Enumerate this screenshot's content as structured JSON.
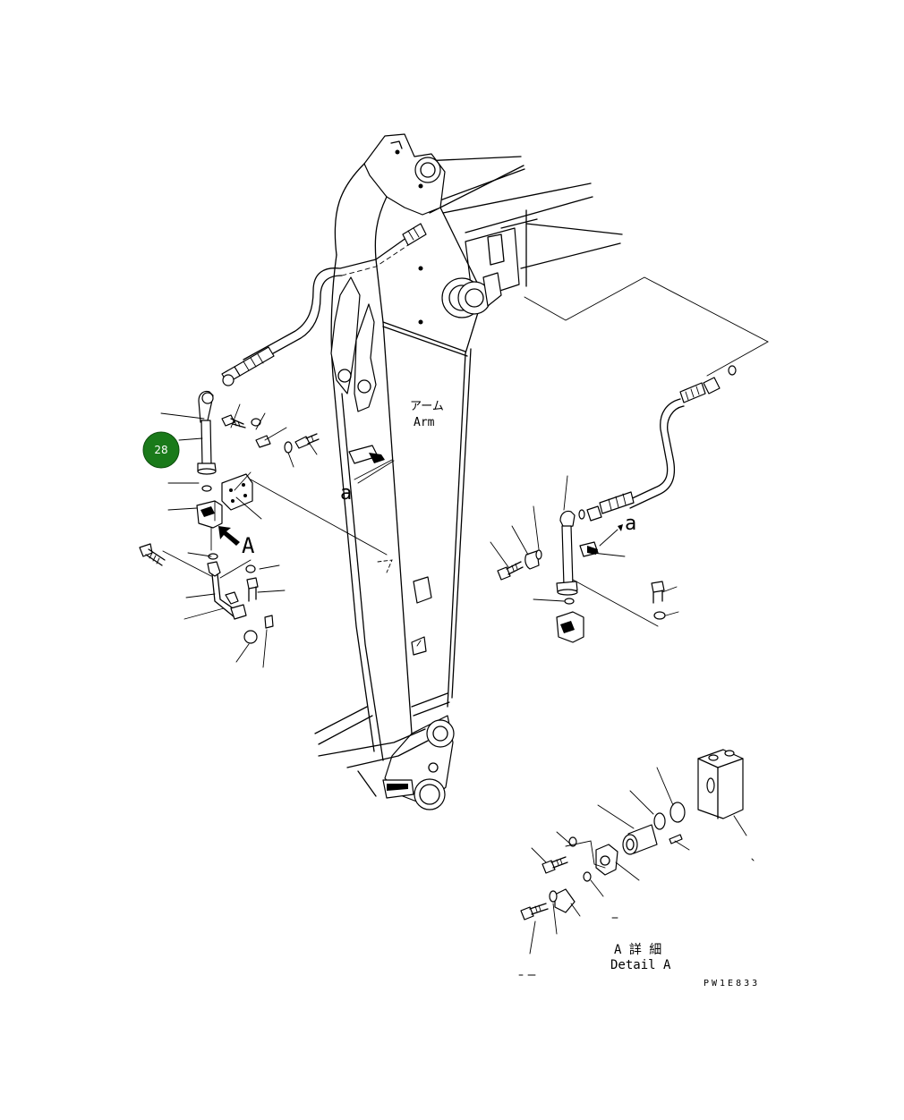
{
  "labels": {
    "arm_jp": "アーム",
    "arm_en": "Arm",
    "view_a": "A",
    "ref_a_left": "a",
    "ref_a_right": "a",
    "detail_jp": "A 詳 細",
    "detail_en": "Detail A",
    "drawing_code": "PW1E833"
  },
  "callout": {
    "number": "28",
    "color": "#1a7a1a"
  }
}
